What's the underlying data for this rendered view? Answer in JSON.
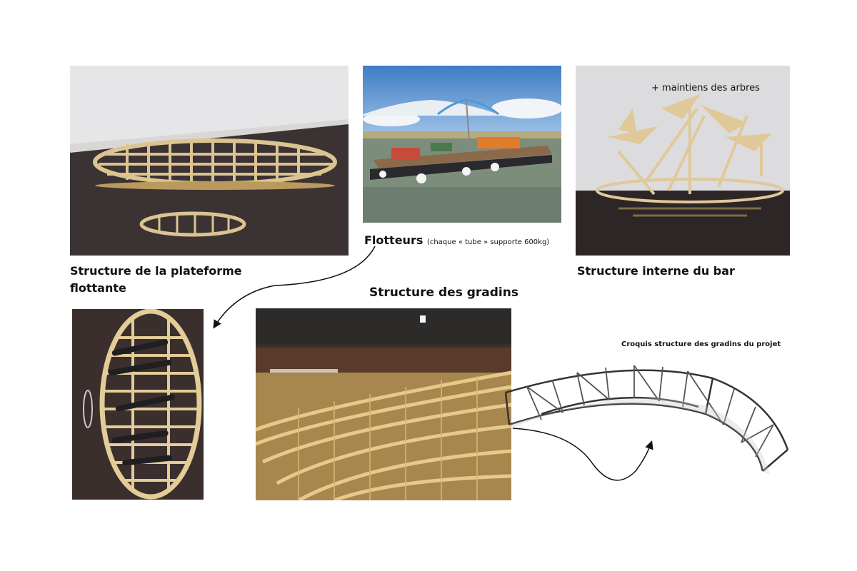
{
  "captions": {
    "platform": "Structure de la plateforme flottante",
    "floats_main": "Flotteurs",
    "floats_note": "(chaque « tube » supporte 600kg)",
    "bar": "Structure interne du bar",
    "bar_note": "+ maintiens des arbres",
    "gradins": "Structure des gradins",
    "sketch": "Croquis structure des gradins du projet"
  },
  "colors": {
    "wood": "#e3cc98",
    "wood_dark": "#b99a5c",
    "background_dark": "#3a3130",
    "sky": "#4d86c9",
    "water": "#7f8f7a",
    "text": "#111111"
  }
}
